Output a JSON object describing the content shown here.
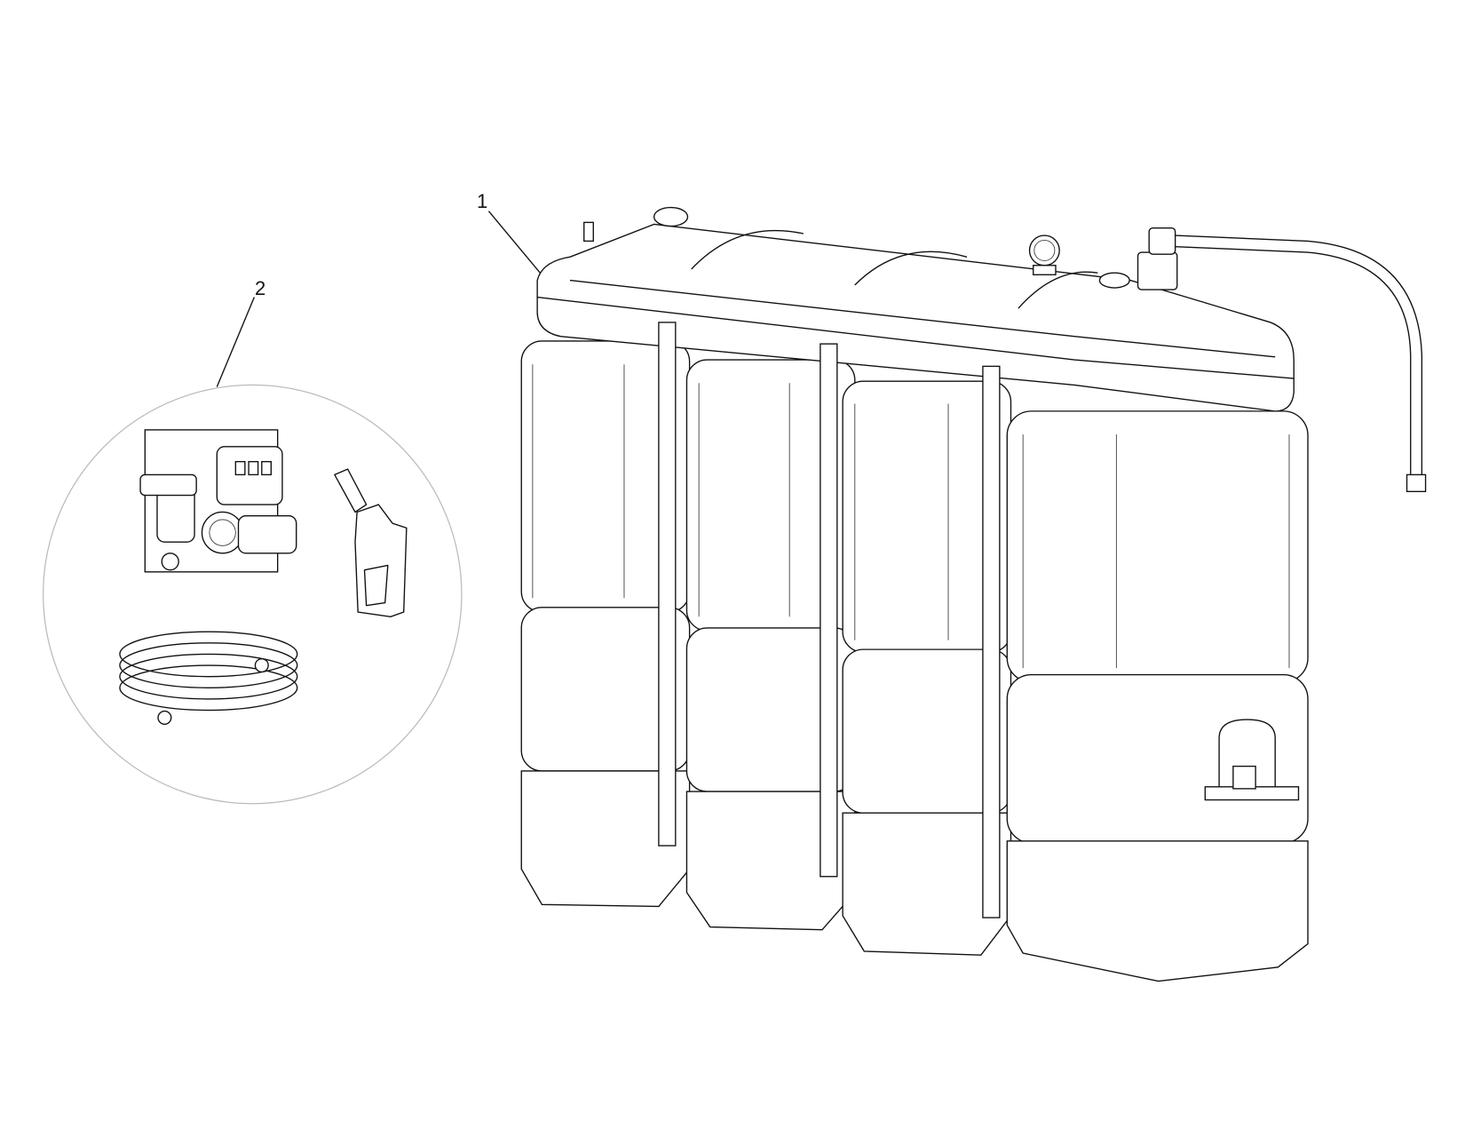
{
  "callouts": [
    {
      "number": "1",
      "part": "tank"
    },
    {
      "number": "2",
      "part": "dispensing-kit"
    }
  ],
  "colors": {
    "line": "#111111",
    "detail_circle": "#bbbbbb",
    "background": "#ffffff"
  }
}
